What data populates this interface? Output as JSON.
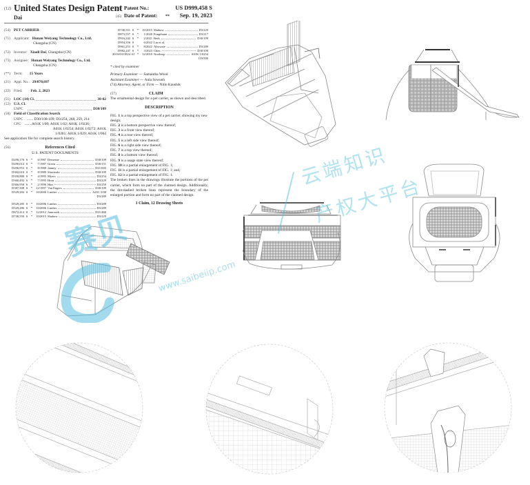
{
  "header": {
    "doc_type_code": "(12)",
    "doc_type": "United States Design Patent",
    "inventor_short": "Dai",
    "patent_no_code": "(10)",
    "patent_no_label": "Patent No.:",
    "patent_no": "US D999,458 S",
    "date_code": "(45)",
    "date_label": "Date of Patent:",
    "date_marker": "**",
    "date": "Sep. 19, 2023"
  },
  "fields": {
    "title": {
      "code": "(54)",
      "value": "PET CARRIER"
    },
    "applicant": {
      "code": "(71)",
      "label": "Applicant:",
      "value": "Hunan Weiyang Technology Co., Ltd.",
      "location": "Changsha (CN)"
    },
    "inventor": {
      "code": "(72)",
      "label": "Inventor:",
      "value": "Xiaoli Dai",
      "location": ", Changsha (CN)"
    },
    "assignee": {
      "code": "(73)",
      "label": "Assignee:",
      "value": "Hunan Weiyang Technology Co., Ltd.",
      "location": "Changsha (CN)"
    },
    "term": {
      "code": "(**)",
      "label": "Term:",
      "value": "15 Years"
    },
    "appl_no": {
      "code": "(21)",
      "label": "Appl. No.:",
      "value": "29/870,697"
    },
    "filed": {
      "code": "(22)",
      "label": "Filed:",
      "value": "Feb. 2, 2023"
    },
    "loc": {
      "code": "(51)",
      "label": "LOC (14) Cl.",
      "value": "30-02"
    },
    "us_cl": {
      "code": "(52)",
      "label": "U.S. Cl.",
      "sub_label": "USPC",
      "value": "D30/109"
    },
    "field_search": {
      "code": "(58)",
      "label": "Field of Classification Search",
      "uspc_label": "USPC",
      "uspc_value": "D30/108-109; D3/254, 268, 259, 214",
      "cpc_label": "CPC",
      "cpc_lines": [
        "A01K 1/00; A01K 1/02; A01K 1/0236;",
        "A01K 1/0254; A01K 1/0272; A01K",
        "1/0281; A01K 1/029; A01K 1/004"
      ],
      "note": "See application file for complete search history."
    },
    "references": {
      "code": "(56)",
      "label": "References Cited",
      "sublabel": "U.S. PATENT DOCUMENTS"
    }
  },
  "references_left": [
    {
      "pn": "D290,176",
      "kind": "S",
      "star": "*",
      "date": "6/1987",
      "name": "Demesne",
      "cls": "D30/109"
    },
    {
      "pn": "D290,014",
      "kind": "S",
      "star": "*",
      "date": "7/1987",
      "name": "Green",
      "cls": "D30/151"
    },
    {
      "pn": "D296,953",
      "kind": "S",
      "star": "*",
      "date": "8/1988",
      "name": "Janney",
      "cls": "D21/605"
    },
    {
      "pn": "D302,610",
      "kind": "S",
      "star": "*",
      "date": "8/1989",
      "name": "Slawinski",
      "cls": "D30/109"
    },
    {
      "pn": "D358,888",
      "kind": "S",
      "star": "*",
      "date": "4/1995",
      "name": "Myers",
      "cls": "D3/254"
    },
    {
      "pn": "D360,492",
      "kind": "S",
      "star": "*",
      "date": "7/1995",
      "name": "Horn",
      "cls": "D3/229"
    },
    {
      "pn": "D366,958",
      "kind": "S",
      "star": "*",
      "date": "2/1996",
      "name": "Hart",
      "cls": "D3/259"
    },
    {
      "pn": "D387,508",
      "kind": "S",
      "star": "*",
      "date": "12/1997",
      "name": "Van Engers",
      "cls": "D30/109"
    },
    {
      "pn": "D529,284",
      "kind": "S",
      "star": "*",
      "date": "10/2006",
      "name": "Linther",
      "cls": "A45C 5/08",
      "cls2": "D3/289"
    },
    {
      "gap": true
    },
    {
      "pn": "D529,285",
      "kind": "S",
      "star": "*",
      "date": "10/2006",
      "name": "Linther",
      "cls": "D3/289"
    },
    {
      "pn": "D529,286",
      "kind": "S",
      "star": "*",
      "date": "10/2006",
      "name": "Linther",
      "cls": "D3/289"
    },
    {
      "pn": "D672,414",
      "kind": "S",
      "star": "*",
      "date": "12/2012",
      "name": "Jamrozek",
      "cls": "D21/460"
    },
    {
      "pn": "D740,550",
      "kind": "S",
      "star": "*",
      "date": "10/2015",
      "name": "Shabow",
      "cls": "D3/229"
    }
  ],
  "references_right": [
    {
      "pn": "D740,551",
      "kind": "S",
      "star": "*",
      "date": "10/2015",
      "name": "Shabow",
      "cls": "D3/229"
    },
    {
      "pn": "D873,557",
      "kind": "S",
      "star": "*",
      "date": "1/2020",
      "name": "Pongthanu",
      "cls": "D3/217"
    },
    {
      "pn": "D916,242",
      "kind": "S",
      "star": "*",
      "date": "2/2021",
      "name": "Berk",
      "cls": "D30/109"
    },
    {
      "pn": "D954,356",
      "kind": "S",
      "star": "",
      "date": "6/2022",
      "name": "Liu et al.",
      "cls": ""
    },
    {
      "pn": "D961,253",
      "kind": "S",
      "star": "*",
      "date": "8/2022",
      "name": "Alrowaie",
      "cls": "D3/289"
    },
    {
      "pn": "D982,247",
      "kind": "S",
      "star": "*",
      "date": "3/2023",
      "name": "Chen",
      "cls": "D30/109"
    },
    {
      "pn": "2010/0313824",
      "kind": "A1",
      "star": "*",
      "date": "12/2010",
      "name": "Northrop",
      "cls": "A01K 1/0254",
      "cls2": "119/500"
    }
  ],
  "examiners": {
    "cited_note": "* cited by examiner",
    "primary_label": "Primary Examiner",
    "primary": "Samantha Wood",
    "assistant_label": "Assistant Examiner",
    "assistant": "Aula Sowunh",
    "attorney_code": "(74)",
    "attorney_label": "Attorney, Agent, or Firm",
    "attorney": "Nitin Kaushik"
  },
  "claim": {
    "code": "(57)",
    "heading": "CLAIM",
    "text": "The ornamental design for a pet carrier, as shown and described."
  },
  "description": {
    "heading": "DESCRIPTION",
    "figs": [
      {
        "pre": "FIG.",
        "n": "1",
        "post": "is a top perspective view of a pet carrier, showing my new design;"
      },
      {
        "pre": "FIG.",
        "n": "2",
        "post": "is a bottom perspective view thereof;"
      },
      {
        "pre": "FIG.",
        "n": "3",
        "post": "is a front view thereof;"
      },
      {
        "pre": "FIG.",
        "n": "4",
        "post": "is a rear view thereof;"
      },
      {
        "pre": "FIG.",
        "n": "5",
        "post": "is a left side view thereof;"
      },
      {
        "pre": "FIG.",
        "n": "6",
        "post": "is a right side view thereof;"
      },
      {
        "pre": "FIG.",
        "n": "7",
        "post": "is a top view thereof;"
      },
      {
        "pre": "FIG.",
        "n": "8",
        "post": "is a bottom view thereof;"
      },
      {
        "pre": "FIG.",
        "n": "9",
        "post": "is a usage state view thereof;"
      },
      {
        "pre": "FIG.",
        "n": "10",
        "post": "is a partial enlargement of FIG. 1;"
      },
      {
        "pre": "FIG.",
        "n": "11",
        "post": "is a partial enlargement of FIG. 1; and,"
      },
      {
        "pre": "FIG.",
        "n": "12",
        "post": "is a partial enlargement of FIG. 1."
      }
    ],
    "broken_lines": "The broken lines in the drawings illustrate the portions of the pet carrier, which form no part of the claimed design. Additionally, the dot-dashed broken lines represent the boundary of the enlarged portion and form no part of the claimed design.",
    "summary": "1 Claim, 12 Drawing Sheets"
  },
  "drawings": [
    {
      "id": "fig-bottom-perspective",
      "desc": "bottom perspective view"
    },
    {
      "id": "fig-side-strap",
      "desc": "side view with shoulder strap"
    },
    {
      "id": "fig-top-perspective",
      "desc": "top perspective view with open flap"
    },
    {
      "id": "fig-front",
      "desc": "front view"
    },
    {
      "id": "fig-top",
      "desc": "top view"
    },
    {
      "id": "fig-enlarge-mesh",
      "desc": "partial enlargement - mesh panel"
    },
    {
      "id": "fig-enlarge-zipper",
      "desc": "partial enlargement - zipper"
    },
    {
      "id": "fig-enlarge-buckle",
      "desc": "partial enlargement - strap buckle"
    }
  ],
  "watermark": {
    "brand": "赛贝",
    "url": "www.saibeiip.com",
    "line1": "云端知识",
    "line2": "产权大平台",
    "color": "#54BEDE"
  }
}
